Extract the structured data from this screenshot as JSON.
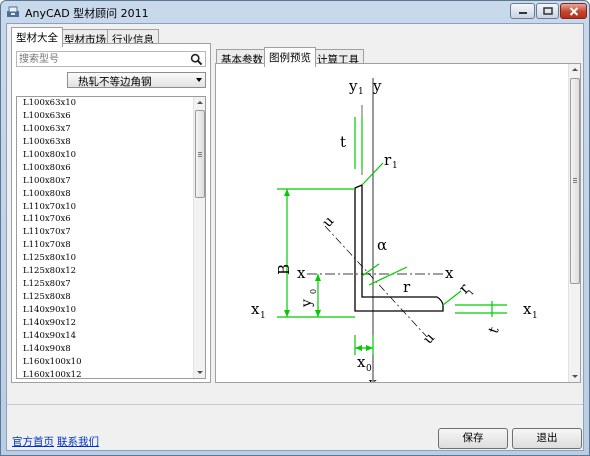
{
  "window": {
    "title": "AnyCAD 型材顾问 2011",
    "controls": {
      "minimize_icon": "minimize-icon",
      "maximize_icon": "maximize-icon",
      "close_icon": "close-icon"
    }
  },
  "main_tabs": [
    {
      "label": "型材大全",
      "active": true
    },
    {
      "label": "型材市场",
      "active": false
    },
    {
      "label": "行业信息",
      "active": false
    }
  ],
  "search": {
    "placeholder": "搜索型号",
    "value": "",
    "icon": "search-icon"
  },
  "category": {
    "selected": "热轧不等边角钢"
  },
  "profile_list": [
    "L100x63x10",
    "L100x63x6",
    "L100x63x7",
    "L100x63x8",
    "L100x80x10",
    "L100x80x6",
    "L100x80x7",
    "L100x80x8",
    "L110x70x10",
    "L110x70x6",
    "L110x70x7",
    "L110x70x8",
    "L125x80x10",
    "L125x80x12",
    "L125x80x7",
    "L125x80x8",
    "L140x90x10",
    "L140x90x12",
    "L140x90x14",
    "L140x90x8",
    "L160x100x10",
    "L160x100x12"
  ],
  "detail_tabs": [
    {
      "label": "基本参数",
      "active": false
    },
    {
      "label": "图例预览",
      "active": true
    },
    {
      "label": "计算工具",
      "active": false
    }
  ],
  "diagram_labels": {
    "y1": "y",
    "y1_sub": "1",
    "y": "y",
    "t_top": "t",
    "r1_top": "r",
    "r1_top_sub": "1",
    "u_top": "u",
    "alpha": "α",
    "B": "B",
    "x_left": "x",
    "x_right": "x",
    "y0": "y",
    "y0_sub": "0",
    "r": "r",
    "r1_right": "r",
    "r1_right_sub": "1",
    "x1_left": "x",
    "x1_left_sub": "1",
    "x1_right": "x",
    "x1_right_sub": "1",
    "u_bottom": "u",
    "t_right": "t",
    "x0": "x",
    "x0_sub": "0",
    "y_bottom": "y"
  },
  "footer": {
    "links": [
      "官方首页",
      "联系我们"
    ],
    "save_label": "保存",
    "exit_label": "退出"
  },
  "colors": {
    "dimension_green": "#00cc00",
    "link_blue": "#0033cc",
    "close_red": "#c5442d"
  }
}
